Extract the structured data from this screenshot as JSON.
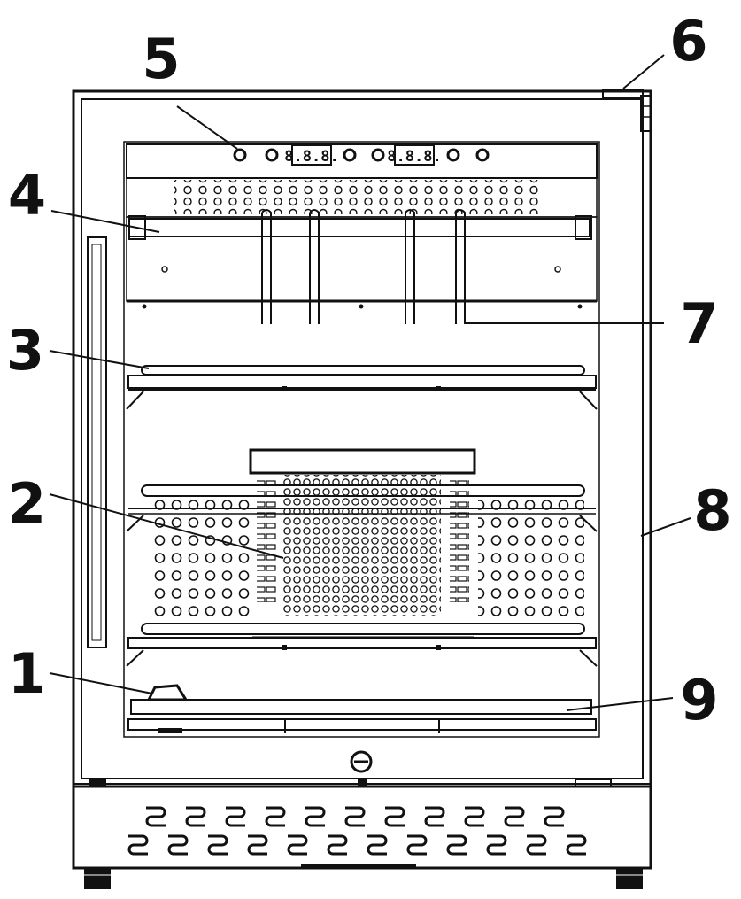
{
  "callouts": [
    {
      "id": "1",
      "label": "1"
    },
    {
      "id": "2",
      "label": "2"
    },
    {
      "id": "3",
      "label": "3"
    },
    {
      "id": "4",
      "label": "4"
    },
    {
      "id": "5",
      "label": "5"
    },
    {
      "id": "6",
      "label": "6"
    },
    {
      "id": "7",
      "label": "7"
    },
    {
      "id": "8",
      "label": "8"
    },
    {
      "id": "9",
      "label": "9"
    }
  ],
  "control_panel": {
    "display_left": "8.8.8.",
    "display_right": "8.8.8."
  },
  "colors": {
    "line": "#111111",
    "background": "#ffffff"
  }
}
